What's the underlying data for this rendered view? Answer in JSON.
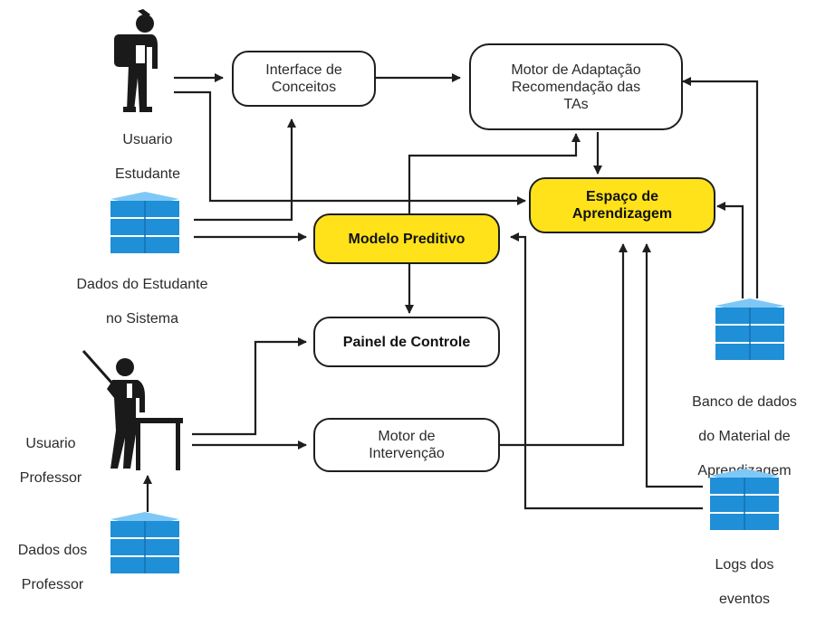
{
  "nodes": {
    "interface": [
      "Interface de",
      "Conceitos"
    ],
    "motor_adaptacao": [
      "Motor de Adaptação",
      "Recomendação das",
      "TAs"
    ],
    "espaco": [
      "Espaço de",
      "Aprendizagem"
    ],
    "modelo": "Modelo Preditivo",
    "painel": "Painel de Controle",
    "motor_intervencao": [
      "Motor de",
      "Intervenção"
    ]
  },
  "actors": {
    "estudante": [
      "Usuario",
      "Estudante"
    ],
    "professor": [
      "Usuario",
      "Professor"
    ]
  },
  "databases": {
    "dados_estudante": [
      "Dados do Estudante",
      "no Sistema"
    ],
    "dados_professor": [
      "Dados dos",
      "Professor"
    ],
    "banco_material": [
      "Banco de dados",
      "do Material de",
      "Aprendizagem"
    ],
    "logs": [
      "Logs dos",
      "eventos"
    ]
  },
  "colors": {
    "highlight": "#ffe21a",
    "db_blue": "#1f8fd8",
    "db_light": "#7fc8f5",
    "line": "#1e1e1e"
  }
}
